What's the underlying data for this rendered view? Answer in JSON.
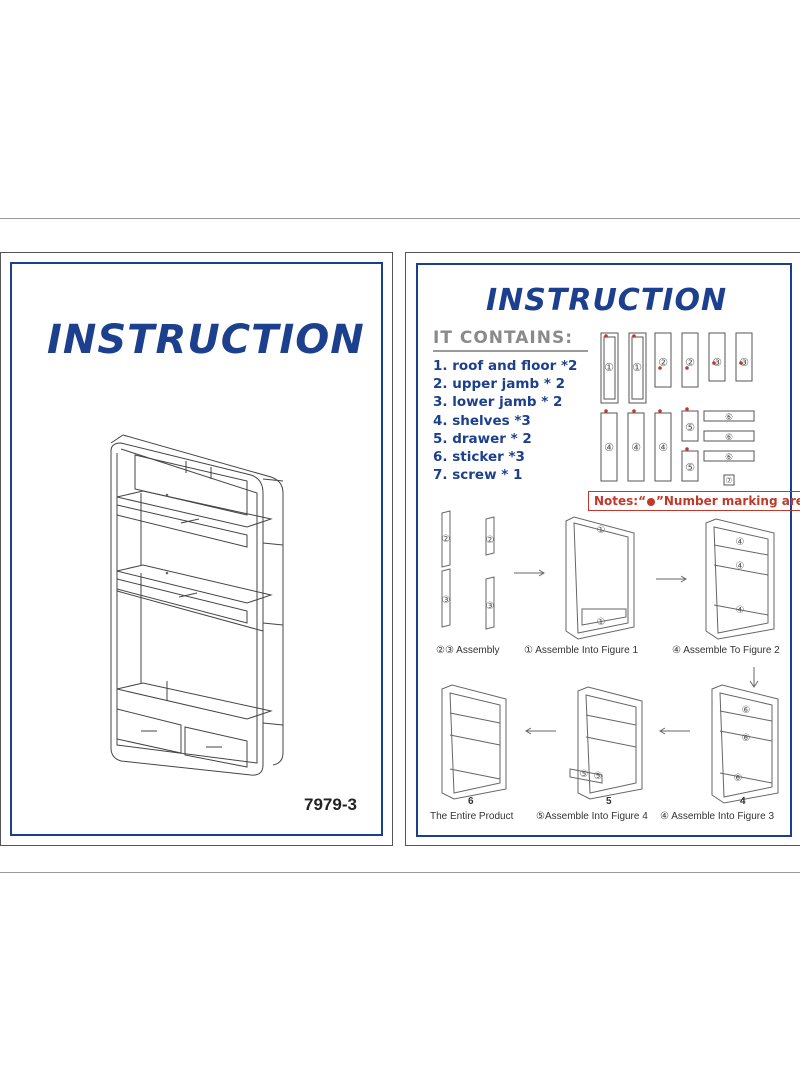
{
  "left_page": {
    "title": "INSTRUCTION",
    "model": "7979-3"
  },
  "right_page": {
    "title": "INSTRUCTION",
    "contains_heading": "IT CONTAINS:",
    "parts": [
      "1.  roof and floor *2",
      "2.  upper jamb  * 2",
      "3.  lower jamb  * 2",
      "4.  shelves  *3",
      "5.  drawer  * 2",
      "6.  sticker  *3",
      "7.  screw  * 1"
    ],
    "notes": {
      "prefix": "Notes:“",
      "suffix": "”Number marking area"
    },
    "part_labels": {
      "one": "①",
      "two": "②",
      "three": "③",
      "four": "④",
      "five": "⑤",
      "six": "⑥",
      "seven": "⑦"
    },
    "steps": [
      {
        "caption": "②③ Assembly"
      },
      {
        "caption": "① Assemble Into Figure 1"
      },
      {
        "caption": "④ Assemble To Figure 2"
      },
      {
        "number": "4",
        "caption": "④ Assemble Into Figure 3"
      },
      {
        "number": "5",
        "caption": "⑤Assemble Into Figure 4"
      },
      {
        "number": "6",
        "caption": "The Entire Product"
      }
    ]
  }
}
